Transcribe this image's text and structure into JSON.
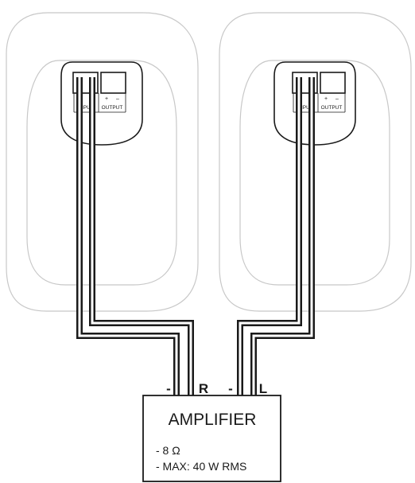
{
  "speakers": [
    {
      "input_label": "INPUT",
      "output_label": "OUTPUT",
      "output_plus": "+",
      "output_minus": "–"
    },
    {
      "input_label": "INPUT",
      "output_label": "OUTPUT",
      "output_plus": "+",
      "output_minus": "–"
    }
  ],
  "connections": {
    "right": {
      "minus_label": "-",
      "channel_label": "R"
    },
    "left": {
      "minus_label": "-",
      "channel_label": "L"
    }
  },
  "amplifier": {
    "title": "AMPLIFIER",
    "spec_impedance": "- 8 Ω",
    "spec_power": "- MAX: 40 W RMS"
  },
  "colors": {
    "outline": "#c8c8c8",
    "ink": "#1a1a1a",
    "background": "#ffffff"
  }
}
